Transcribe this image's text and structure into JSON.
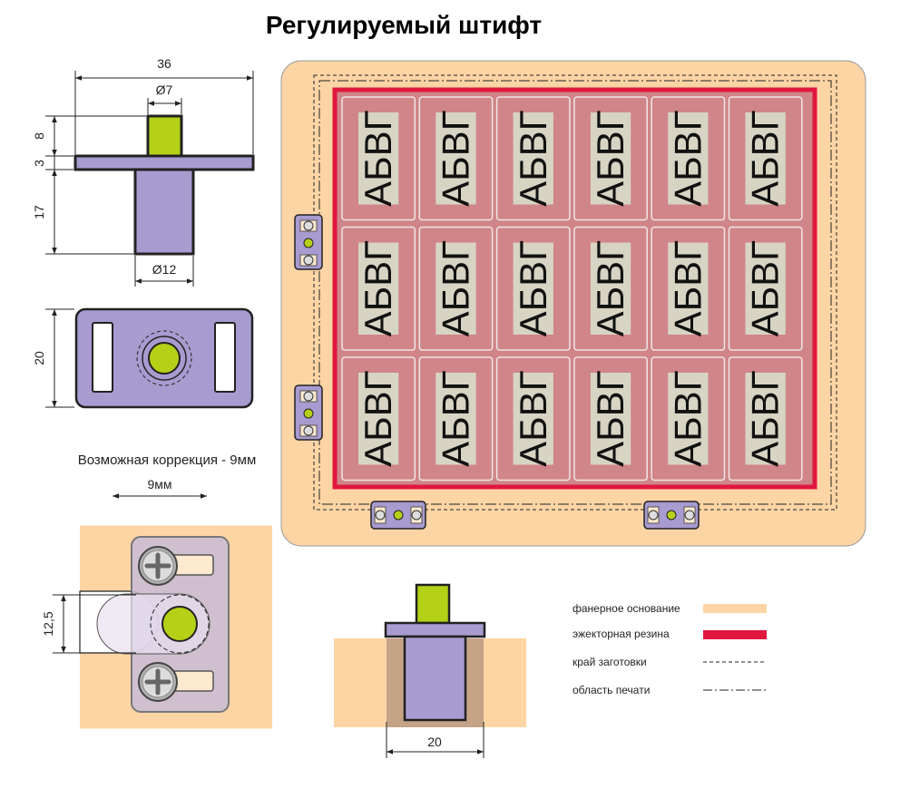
{
  "title": "Регулируемый штифт",
  "dimensions": {
    "width": "36",
    "pin_diameter": "Ø7",
    "height_top": "8",
    "flange": "3",
    "body_height": "17",
    "body_diameter": "Ø12",
    "plate_height": "20",
    "correction_range": "12,5",
    "bottom_width": "20"
  },
  "correction": {
    "caption": "Возможная коррекция - 9мм",
    "range_label": "9мм"
  },
  "plate_label": "АБВГ",
  "plate_grid": {
    "rows": 3,
    "cols": 6
  },
  "colors": {
    "plywood": "#fdd5a5",
    "rubber": "#e0173f",
    "pin_green": "#b5d117",
    "pin_body": "#a89bcf",
    "board": "#fbe3c4",
    "cavity": "#c4a386",
    "cell_outer": "#d08589",
    "cell_inner": "#d8d4c4"
  },
  "legend": [
    {
      "label": "фанерное основание",
      "swatch": "fill",
      "color": "#fdd5a5"
    },
    {
      "label": "эжекторная резина",
      "swatch": "fill",
      "color": "#e0173f"
    },
    {
      "label": "край заготовки",
      "swatch": "dashed",
      "color": "#222222"
    },
    {
      "label": "область печати",
      "swatch": "dashdot",
      "color": "#222222"
    }
  ]
}
